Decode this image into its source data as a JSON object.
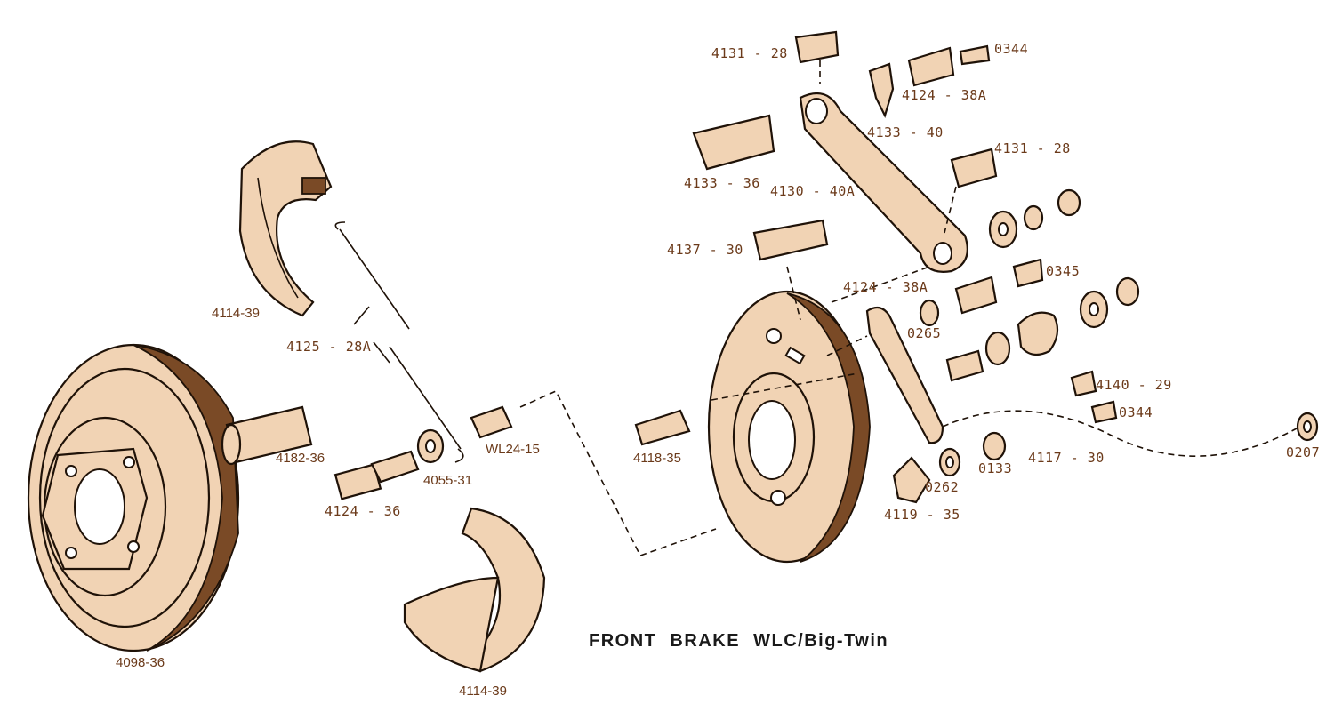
{
  "title": "FRONT BRAKE  WLC/Big-Twin",
  "colors": {
    "part_fill": "#f1d3b4",
    "part_shade": "#7a4a26",
    "outline": "#1f1208",
    "label": "#6b3a1a"
  },
  "parts": {
    "brake_shoe_upper": "4114-39",
    "brake_shoe_lower": "4114-39",
    "shoe_spring": "4125 - 28A",
    "brake_drum": "4098-36",
    "drum_sleeve": "4182-36",
    "cam_lever_pin": "4124 - 36",
    "washer_4055": "4055-31",
    "spacer_wl24": "WL24-15",
    "anchor_stud": "4118-35",
    "bushing_top": "4131 - 28",
    "nut_0344_top": "0344",
    "nut_4124_38a_top": "4124 - 38A",
    "clip_4133_40": "4133 - 40",
    "stud_4133_36": "4133 - 36",
    "arm_4130_40a": "4130 - 40A",
    "bushing_mid": "4131 - 28",
    "pin_4137_30": "4137 - 30",
    "nut_4124_38a_mid": "4124 - 38A",
    "nipple_0345": "0345",
    "washer_0265": "0265",
    "clip_4140_29": "4140 - 29",
    "nut_0344_low": "0344",
    "cable_4117_30": "4117 - 30",
    "nut_0133": "0133",
    "washer_0262": "0262",
    "plate_4119_35": "4119 - 35",
    "washer_0207": "0207"
  }
}
